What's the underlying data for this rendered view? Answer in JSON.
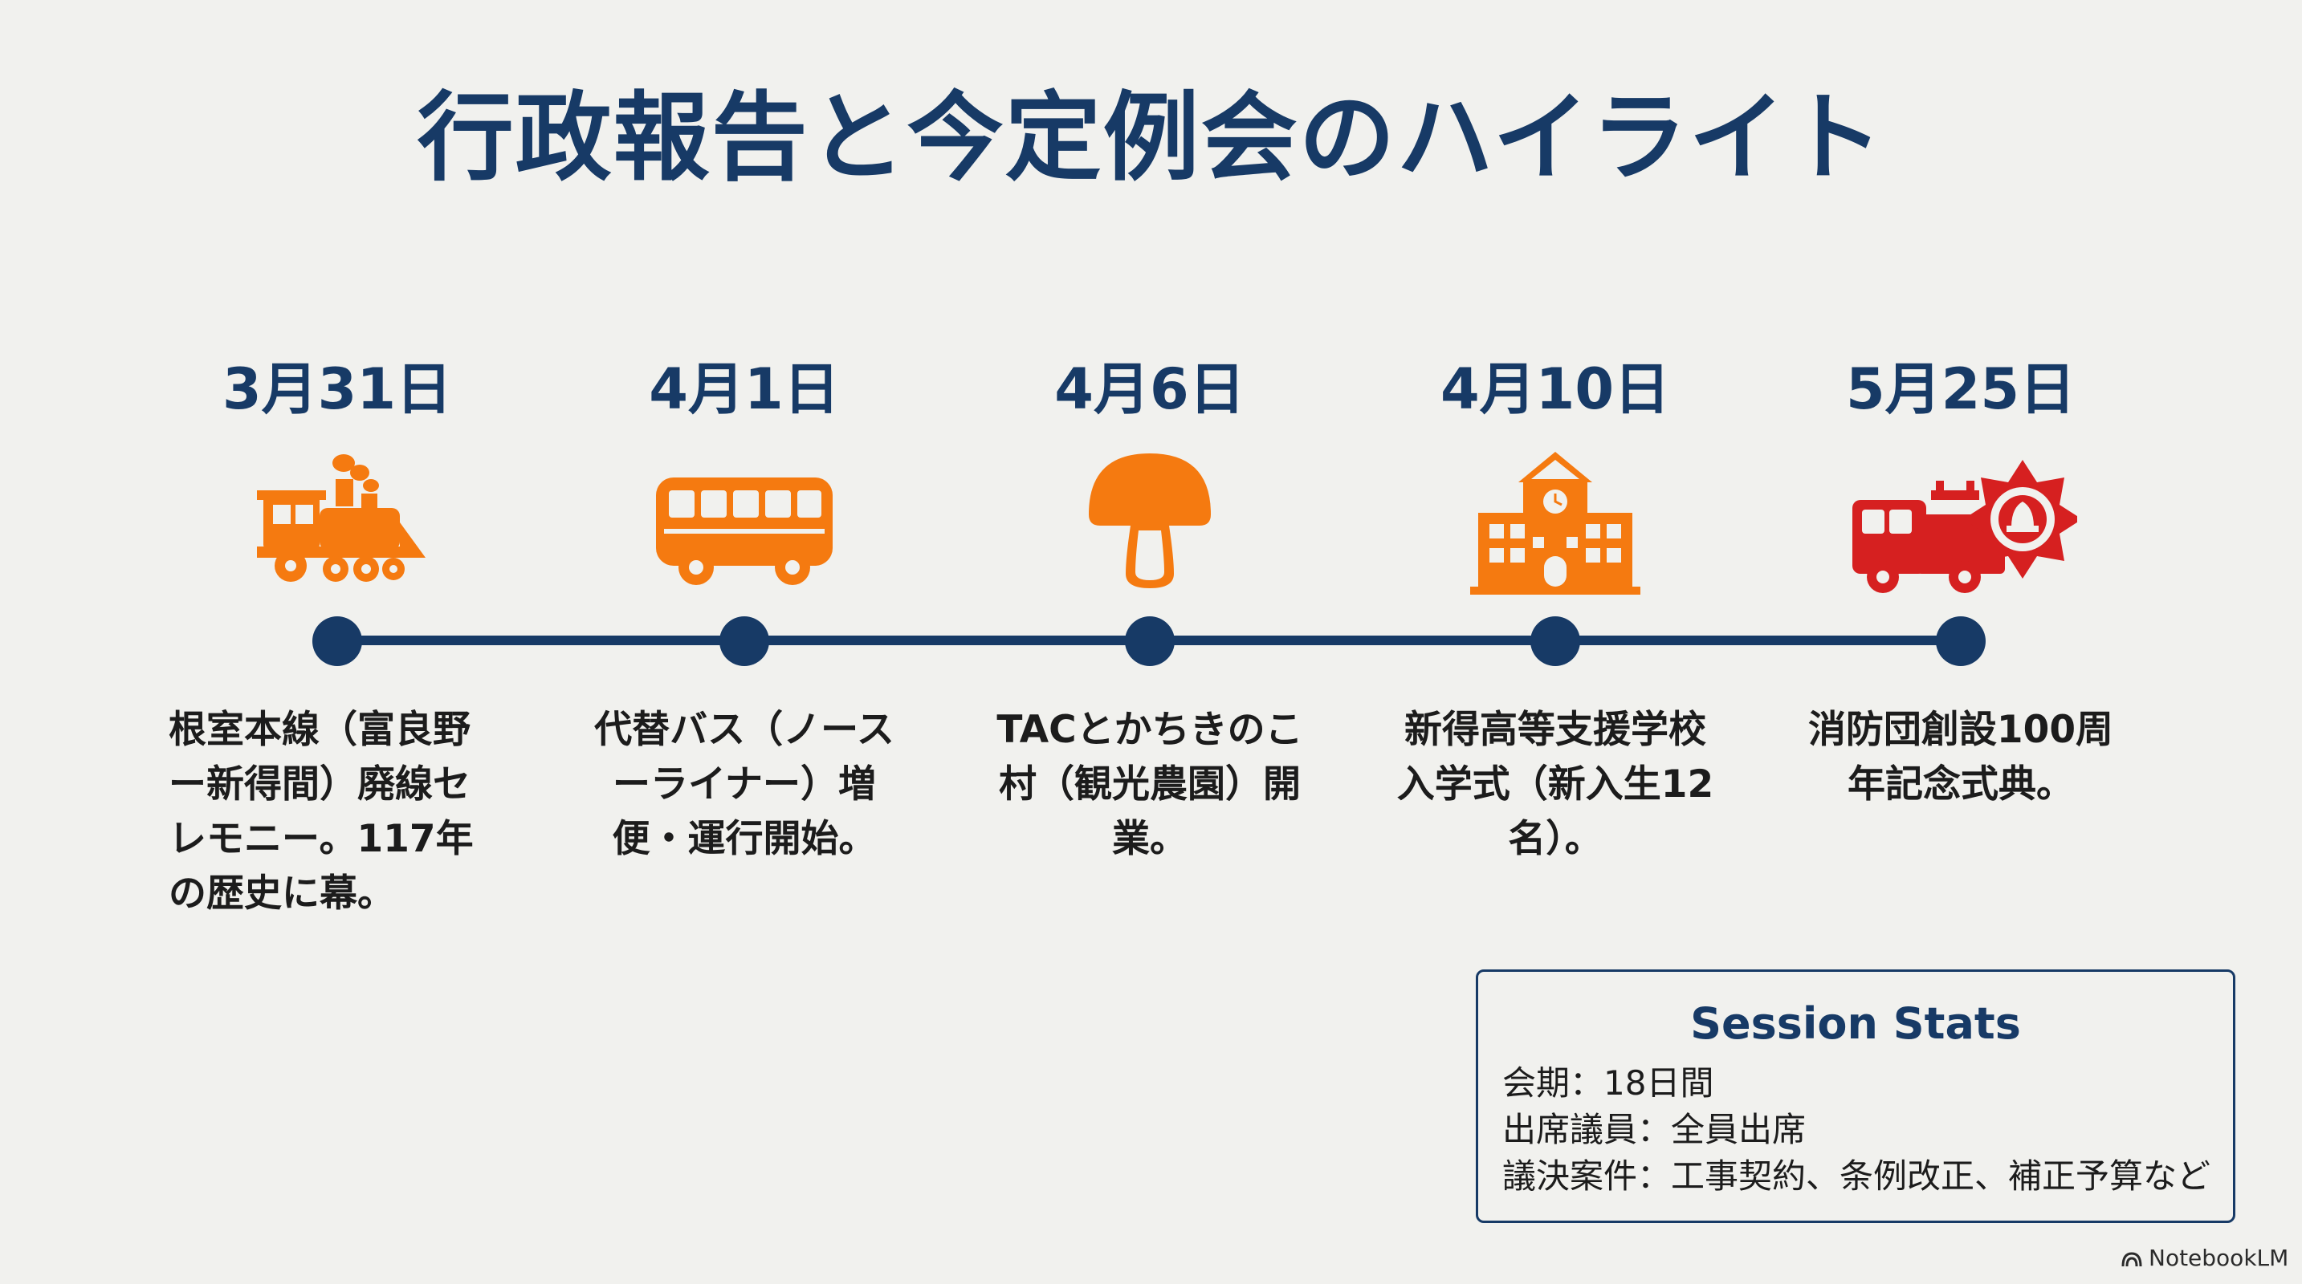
{
  "title": "行政報告と今定例会のハイライト",
  "colors": {
    "navy": "#173a66",
    "orange": "#f57a10",
    "red": "#d62020",
    "background": "#f1f1ee"
  },
  "timeline": [
    {
      "date": "3月31日",
      "icon": "train-icon",
      "description": "根室本線（富良野ー新得間）廃線セレモニー。117年の歴史に幕。"
    },
    {
      "date": "4月1日",
      "icon": "bus-icon",
      "description": "代替バス（ノースーライナー）増便・運行開始。"
    },
    {
      "date": "4月6日",
      "icon": "mushroom-icon",
      "description": "TACとかちきのこ村（観光農園）開業。"
    },
    {
      "date": "4月10日",
      "icon": "school-icon",
      "description": "新得高等支援学校入学式（新入生12名）。"
    },
    {
      "date": "5月25日",
      "icon": "fire-truck-icon",
      "description": "消防団創設100周年記念式典。"
    }
  ],
  "stats": {
    "title": "Session Stats",
    "lines": [
      "会期：18日間",
      "出席議員：全員出席",
      "議決案件：工事契約、条例改正、補正予算など"
    ]
  },
  "brand": "NotebookLM"
}
